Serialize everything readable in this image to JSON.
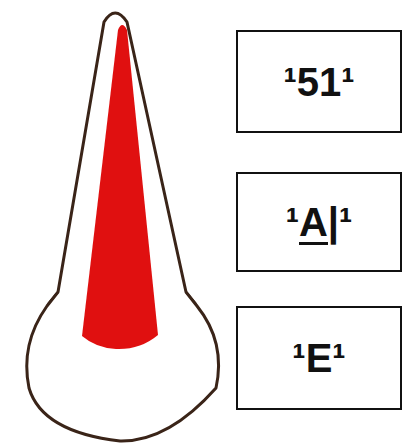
{
  "diagram": {
    "nodes": [
      {
        "text": [
          "¹51¹"
        ]
      },
      {
        "text": [
          "¹A|¹"
        ]
      },
      {
        "text": [
          "¹E¹"
        ]
      }
    ]
  }
}
